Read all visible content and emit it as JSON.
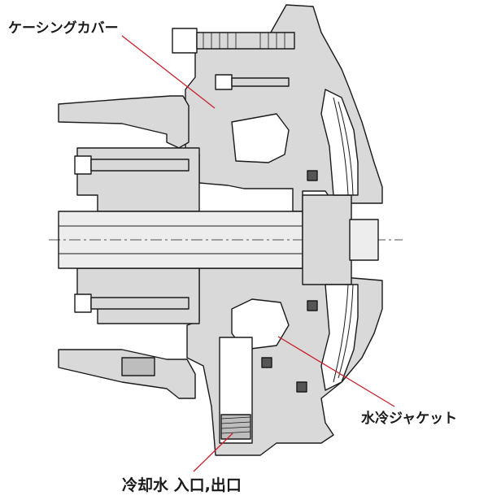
{
  "labels": {
    "casing_cover": "ケーシングカバー",
    "water_jacket": "水冷ジャケット",
    "cooling_water": "冷却水 入口,出口"
  },
  "colors": {
    "fill": "#d9d9d9",
    "line": "#1a1a1a",
    "leader": "#c8202a"
  }
}
